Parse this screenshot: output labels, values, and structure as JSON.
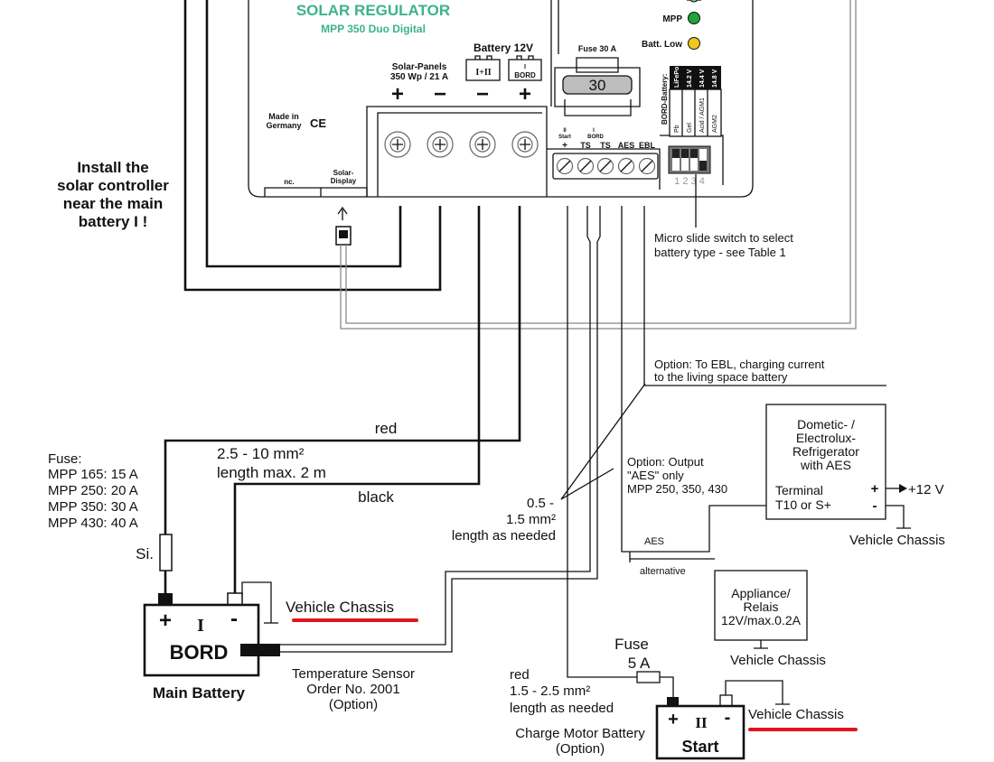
{
  "regulator": {
    "title": "SOLAR REGULATOR",
    "model": "MPP 350  Duo Digital",
    "made_in": "Made in",
    "germany": "Germany",
    "ce": "CE",
    "nc": "nc.",
    "solar_display_1": "Solar-",
    "solar_display_2": "Display",
    "mpp_led": "MPP",
    "batt_low_led": "Batt. Low",
    "solar_panels_1": "Solar-Panels",
    "solar_panels_2": "350 Wp / 21 A",
    "battery_12v": "Battery 12V",
    "batt_box_left": "I+II",
    "batt_box_right_1": "I",
    "batt_box_right_2": "BORD",
    "plus": "+",
    "minus": "−",
    "fuse_label": "Fuse 30 A",
    "fuse_value": "30",
    "bord_battery": "BORD-Battery:",
    "batt_types": [
      "Pb",
      "Gel",
      "Acid / AGM1",
      "AGM2"
    ],
    "batt_volts": [
      "LiFePo",
      "14.2 V",
      "14.4 V",
      "14.8 V"
    ],
    "terminals": {
      "t1a": "II",
      "t1b": "Start",
      "t1c": "+",
      "t2": "TS",
      "t3a": "I",
      "t3b": "BORD",
      "t3c": "TS",
      "t4": "AES",
      "t5": "EBL"
    },
    "switch_numbers": "1 2 3 4"
  },
  "notes": {
    "install_1": "Install the",
    "install_2": "solar controller",
    "install_3": "near the main",
    "install_4": "battery I !",
    "micro_switch_1": "Micro slide switch to select",
    "micro_switch_2": "battery type - see Table 1",
    "ebl_1": "Option: To EBL, charging current",
    "ebl_2": "to the living space battery",
    "aes_opt_1": "Option: Output",
    "aes_opt_2": "\"AES\" only",
    "aes_opt_3": "MPP 250, 350, 430",
    "cable_1": "0.5 -",
    "cable_2": "1.5 mm²",
    "cable_3": "length as needed",
    "aes_wire": "AES",
    "alternative": "alternative"
  },
  "main_battery": {
    "fuse_title": "Fuse:",
    "fuse_lines": [
      "MPP 165: 15 A",
      "MPP 250: 20 A",
      "MPP 350: 30 A",
      "MPP 430: 40 A"
    ],
    "si": "Si.",
    "red": "red",
    "size_1": "2.5 - 10 mm²",
    "size_2": "length max. 2 m",
    "black": "black",
    "plus": "+",
    "roman": "I",
    "minus": "-",
    "name": "BORD",
    "caption": "Main Battery",
    "chassis": "Vehicle Chassis",
    "sensor_1": "Temperature Sensor",
    "sensor_2": "Order No. 2001",
    "sensor_3": "(Option)"
  },
  "fridge": {
    "line1": "Dometic- /",
    "line2": "Electrolux-",
    "line3": "Refrigerator",
    "line4": "with AES",
    "terminal_1": "Terminal",
    "terminal_2": "T10 or S+",
    "plus": "+",
    "minus": "-",
    "v12": "+12 V",
    "chassis": "Vehicle Chassis"
  },
  "appliance": {
    "line1": "Appliance/",
    "line2": "Relais",
    "line3": "12V/max.0.2A",
    "chassis": "Vehicle Chassis"
  },
  "start_battery": {
    "fuse_1": "Fuse",
    "fuse_2": "5 A",
    "red": "red",
    "size_1": "1.5 - 2.5 mm²",
    "size_2": "length as needed",
    "charge_1": "Charge Motor Battery",
    "charge_2": "(Option)",
    "plus": "+",
    "roman": "II",
    "minus": "-",
    "name": "Start",
    "chassis": "Vehicle Chassis"
  },
  "colors": {
    "accent_green": "#3cb489",
    "led_green": "#1fa33a",
    "led_yellow": "#f2c81e",
    "underline_red": "#e0141e"
  }
}
